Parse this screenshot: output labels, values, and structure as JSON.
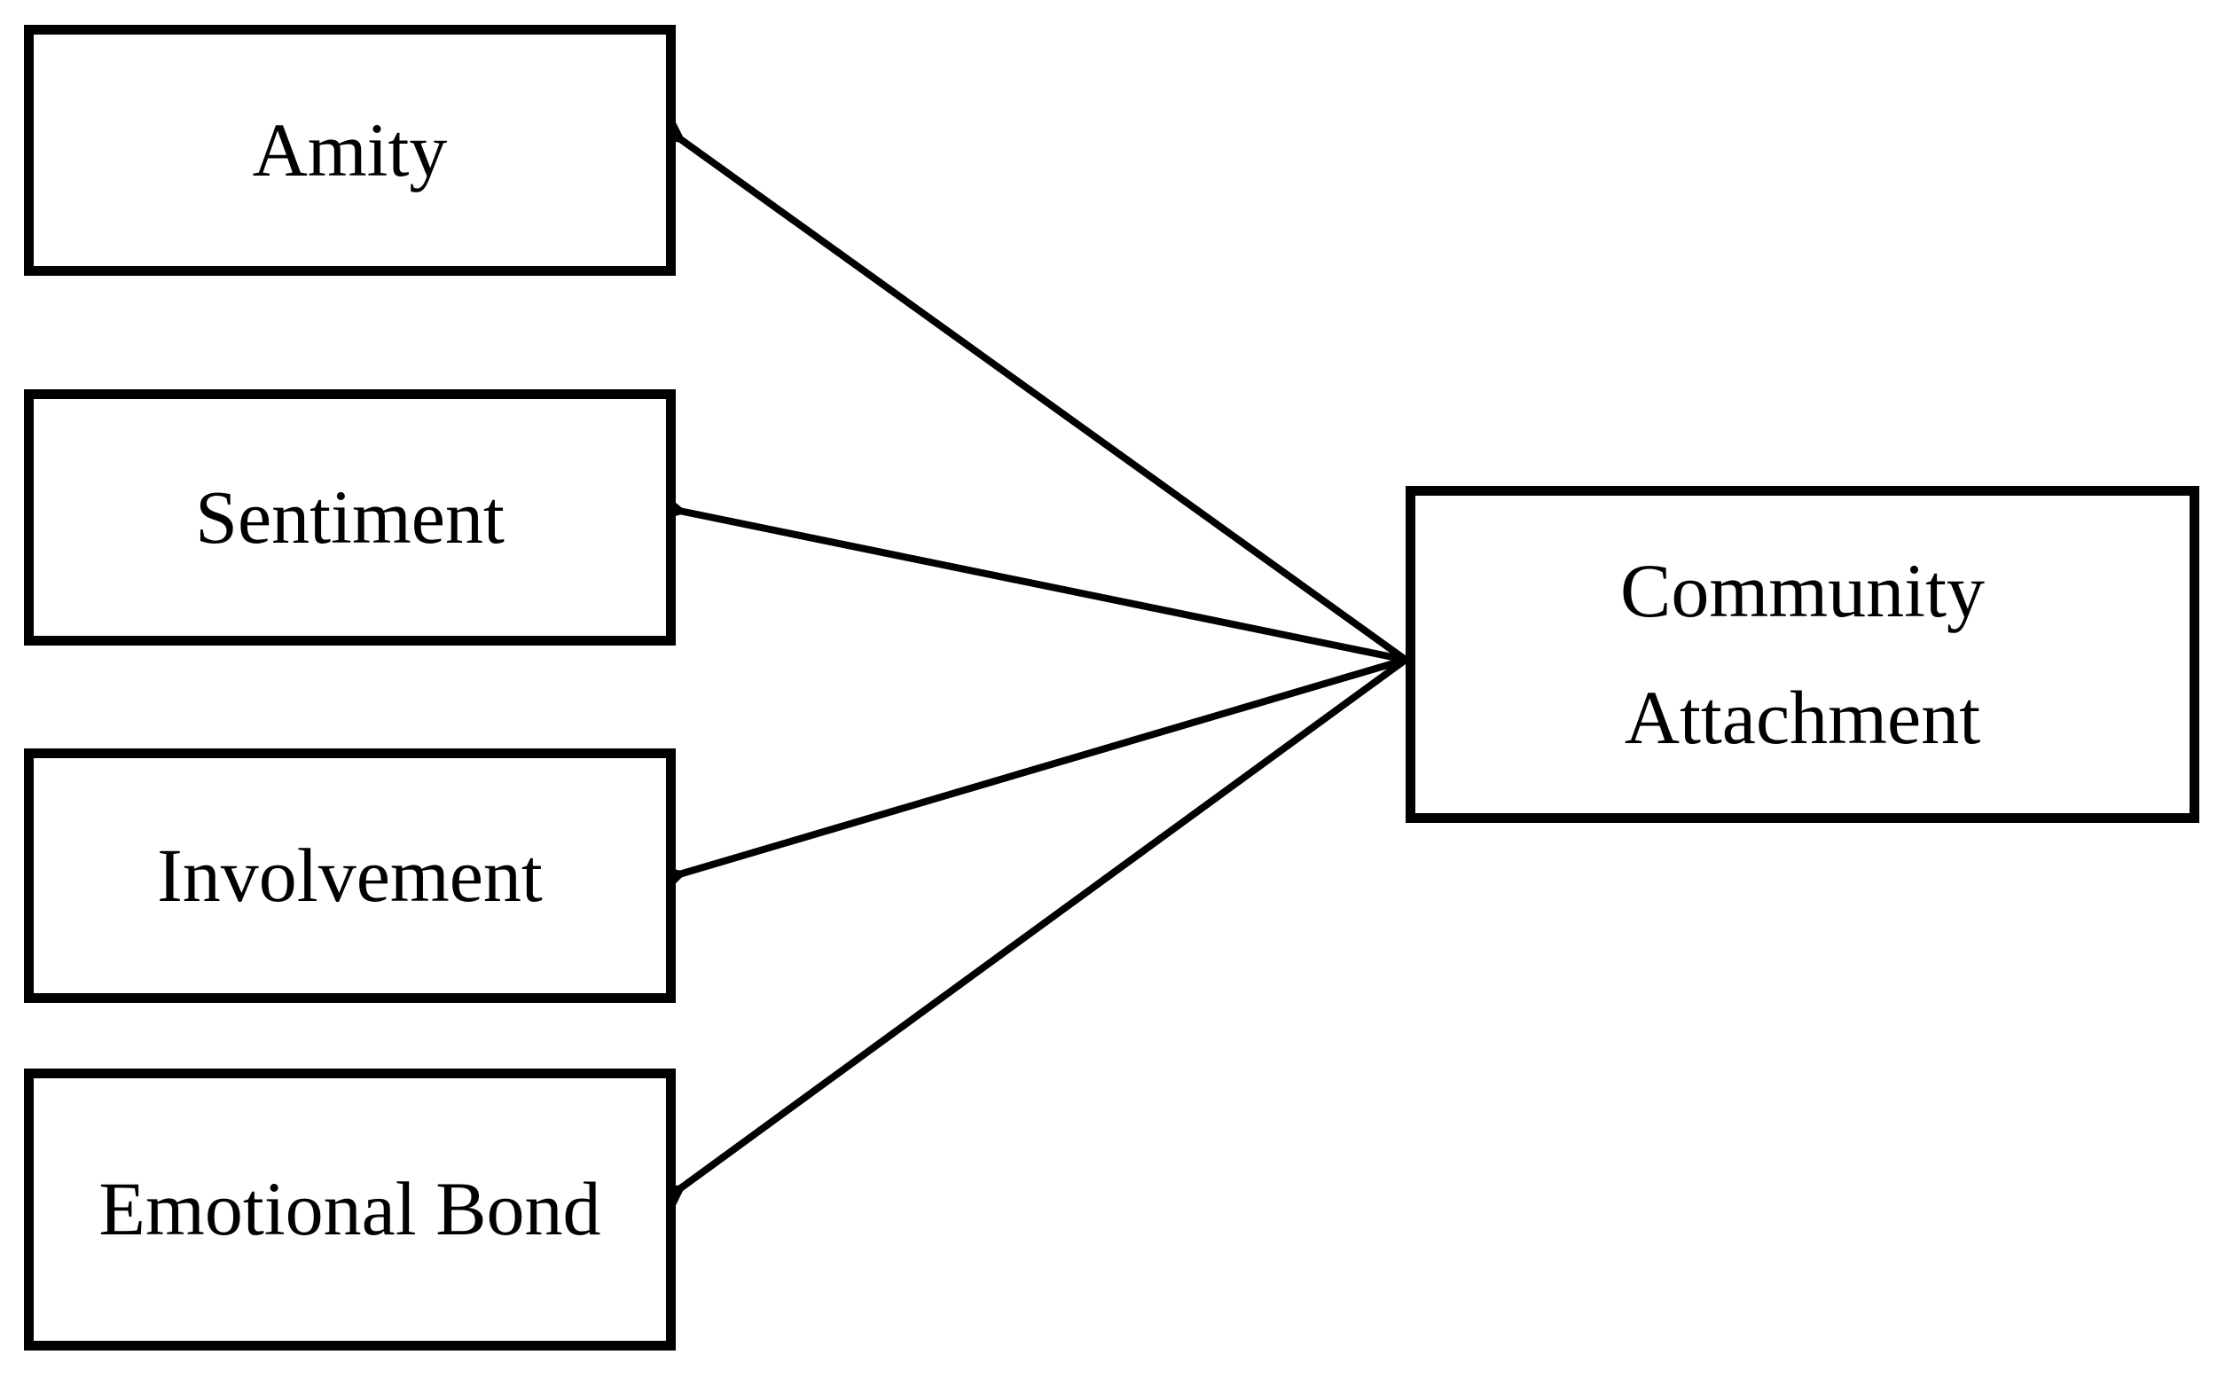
{
  "figure": {
    "background_color": "#ffffff",
    "stroke_color": "#000000",
    "arrow_style": "open-v",
    "nodes": [
      {
        "id": "amity",
        "label": "Amity"
      },
      {
        "id": "sentiment",
        "label": "Sentiment"
      },
      {
        "id": "involvement",
        "label": "Involvement"
      },
      {
        "id": "emotional-bond",
        "label": "Emotional Bond"
      },
      {
        "id": "community-attachment",
        "label": "Community Attachment",
        "lines": [
          "Community",
          "Attachment"
        ]
      }
    ],
    "edges": [
      {
        "from": "community-attachment",
        "to": "amity"
      },
      {
        "from": "community-attachment",
        "to": "sentiment"
      },
      {
        "from": "community-attachment",
        "to": "involvement"
      },
      {
        "from": "community-attachment",
        "to": "emotional-bond"
      }
    ]
  }
}
